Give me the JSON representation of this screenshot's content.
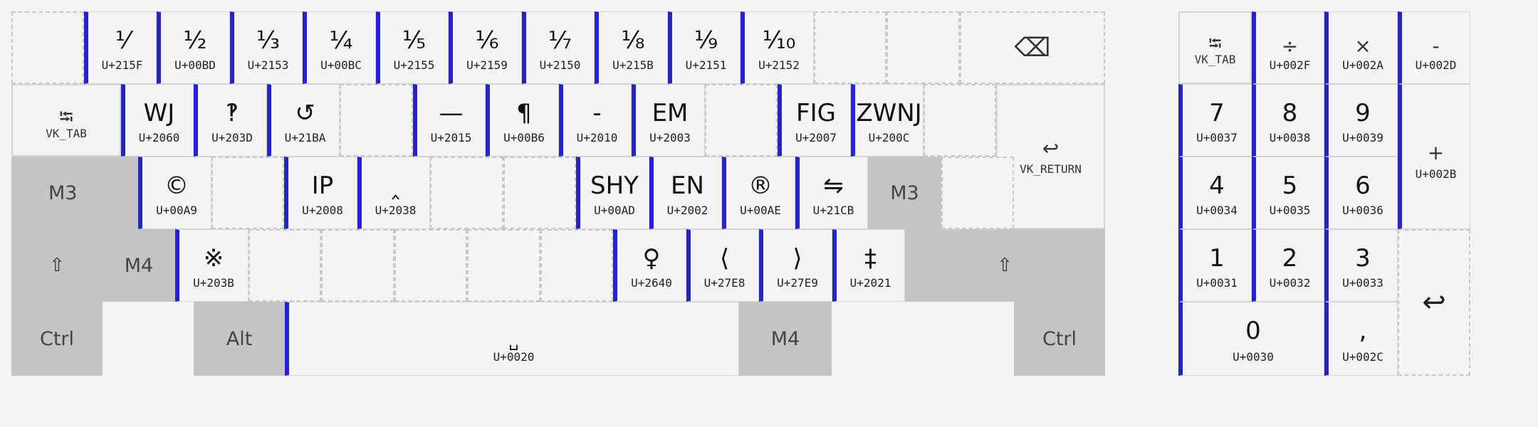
{
  "main_keyboard": {
    "row1": {
      "frac_keys": [
        {
          "glyph": "⅟",
          "code": "U+215F"
        },
        {
          "glyph": "½",
          "code": "U+00BD"
        },
        {
          "glyph": "⅓",
          "code": "U+2153"
        },
        {
          "glyph": "¼",
          "code": "U+00BC"
        },
        {
          "glyph": "⅕",
          "code": "U+2155"
        },
        {
          "glyph": "⅙",
          "code": "U+2159"
        },
        {
          "glyph": "⅐",
          "code": "U+2150"
        },
        {
          "glyph": "⅛",
          "code": "U+215B"
        },
        {
          "glyph": "⅑",
          "code": "U+2151"
        },
        {
          "glyph": "⅒",
          "code": "U+2152"
        }
      ],
      "backspace_icon": "⌫"
    },
    "row2": {
      "tab_icon": "⭾",
      "tab_label": "VK_TAB",
      "keys": [
        {
          "glyph": "WJ",
          "code": "U+2060"
        },
        {
          "glyph": "‽",
          "code": "U+203D"
        },
        {
          "glyph": "↺",
          "code": "U+21BA"
        },
        {
          "glyph": "—",
          "code": "U+2015"
        },
        {
          "glyph": "¶",
          "code": "U+00B6"
        },
        {
          "glyph": "-",
          "code": "U+2010"
        },
        {
          "glyph": "EM",
          "code": "U+2003"
        },
        {
          "glyph": "FIG",
          "code": "U+2007"
        },
        {
          "glyph": "ZWNJ",
          "code": "U+200C"
        }
      ],
      "return_icon": "↩",
      "return_label": "VK_RETURN"
    },
    "row3": {
      "m3_left": "M3",
      "keys": [
        {
          "glyph": "©",
          "code": "U+00A9"
        },
        {
          "glyph": "IP",
          "code": "U+2008"
        },
        {
          "glyph": "‸",
          "code": "U+2038"
        },
        {
          "glyph": "SHY",
          "code": "U+00AD"
        },
        {
          "glyph": "EN",
          "code": "U+2002"
        },
        {
          "glyph": "®",
          "code": "U+00AE"
        },
        {
          "glyph": "⇋",
          "code": "U+21CB"
        }
      ],
      "m3_right": "M3"
    },
    "row4": {
      "shift_icon": "⇧",
      "m4_left": "M4",
      "keys": [
        {
          "glyph": "※",
          "code": "U+203B"
        },
        {
          "glyph": "♀",
          "code": "U+2640"
        },
        {
          "glyph": "⟨",
          "code": "U+27E8"
        },
        {
          "glyph": "⟩",
          "code": "U+27E9"
        },
        {
          "glyph": "‡",
          "code": "U+2021"
        }
      ],
      "shift_right_icon": "⇧"
    },
    "row5": {
      "ctrl_left": "Ctrl",
      "alt": "Alt",
      "space_glyph": "␣",
      "space_code": "U+0020",
      "m4_right": "M4",
      "ctrl_right": "Ctrl"
    }
  },
  "numpad": {
    "tab_icon": "⭾",
    "tab_label": "VK_TAB",
    "keys": {
      "divide": {
        "glyph": "÷",
        "code": "U+002F"
      },
      "multiply": {
        "glyph": "×",
        "code": "U+002A"
      },
      "minus": {
        "glyph": "-",
        "code": "U+002D"
      },
      "k7": {
        "glyph": "7",
        "code": "U+0037"
      },
      "k8": {
        "glyph": "8",
        "code": "U+0038"
      },
      "k9": {
        "glyph": "9",
        "code": "U+0039"
      },
      "plus": {
        "glyph": "+",
        "code": "U+002B"
      },
      "k4": {
        "glyph": "4",
        "code": "U+0034"
      },
      "k5": {
        "glyph": "5",
        "code": "U+0035"
      },
      "k6": {
        "glyph": "6",
        "code": "U+0036"
      },
      "k1": {
        "glyph": "1",
        "code": "U+0031"
      },
      "k2": {
        "glyph": "2",
        "code": "U+0032"
      },
      "k3": {
        "glyph": "3",
        "code": "U+0033"
      },
      "k0": {
        "glyph": "0",
        "code": "U+0030"
      },
      "comma": {
        "glyph": ",",
        "code": "U+002C"
      }
    },
    "enter_icon": "↩"
  },
  "colors": {
    "accent": "#2424c8",
    "modifier": "#c4c4c4",
    "background": "#f4f4f4",
    "dashed": "#c8c8c8"
  }
}
